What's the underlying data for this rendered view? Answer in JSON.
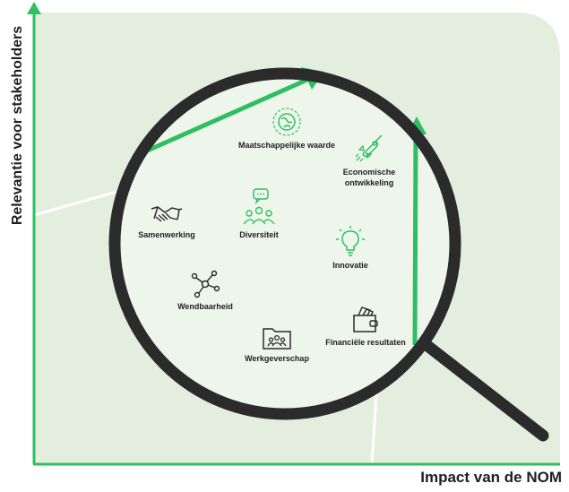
{
  "axes": {
    "y_label": "Relevantie voor stakeholders",
    "x_label": "Impact van de NOM"
  },
  "colors": {
    "green": "#2dbf62",
    "background": "#e3eedf",
    "ring": "#2b2b2b",
    "text": "#1f1f1f"
  },
  "topics": [
    {
      "label": "Maatschappelijke waarde",
      "icon": "globe-leaf-icon"
    },
    {
      "label": "Economische ontwikkeling",
      "icon": "rocket-icon"
    },
    {
      "label": "Samenwerking",
      "icon": "handshake-icon"
    },
    {
      "label": "Diversiteit",
      "icon": "group-chat-icon"
    },
    {
      "label": "Innovatie",
      "icon": "lightbulb-icon"
    },
    {
      "label": "Wendbaarheid",
      "icon": "network-icon"
    },
    {
      "label": "Werkgeverschap",
      "icon": "team-folder-icon"
    },
    {
      "label": "Financiële resultaten",
      "icon": "wallet-icon"
    }
  ]
}
